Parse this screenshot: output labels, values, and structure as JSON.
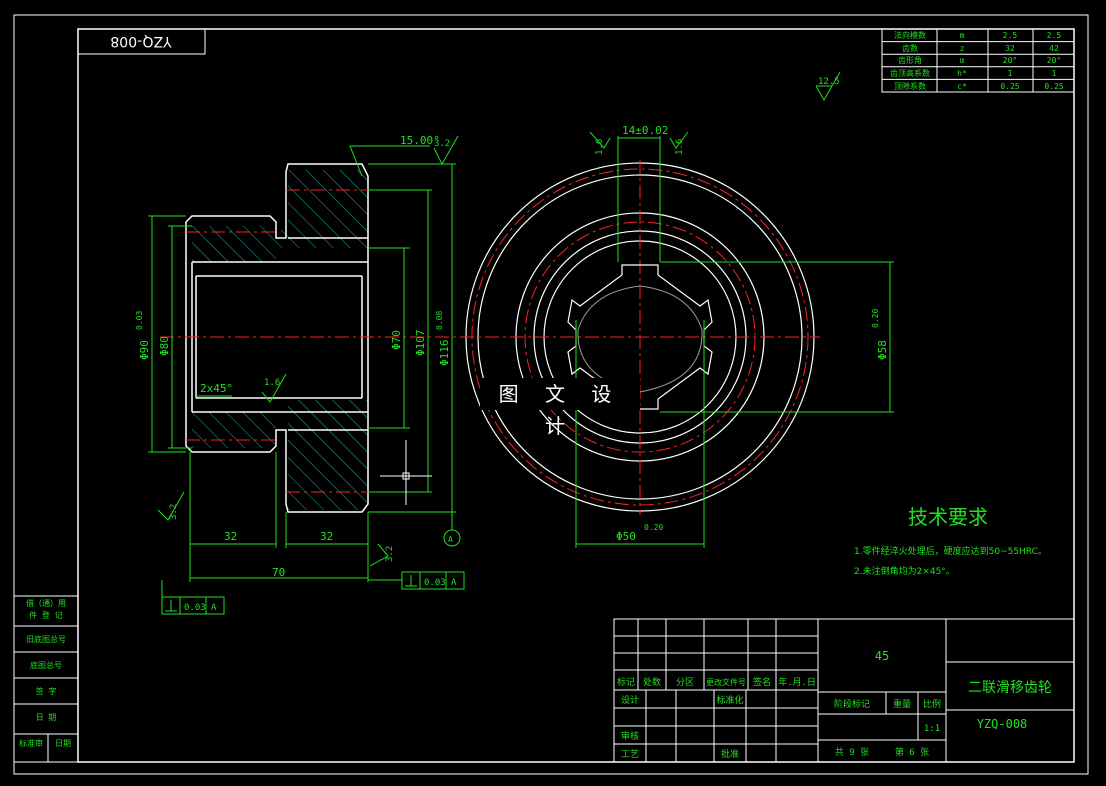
{
  "drawing_code_mirrored": "YZQ-008",
  "watermark": "图 文 设 计",
  "param_table": [
    [
      "法向模数",
      "m",
      "2.5",
      "2.5"
    ],
    [
      "齿数",
      "z",
      "32",
      "42"
    ],
    [
      "齿形角",
      "α",
      "20°",
      "20°"
    ],
    [
      "齿顶高系数",
      "h*",
      "1",
      "1"
    ],
    [
      "顶隙系数",
      "c*",
      "0.25",
      "0.25"
    ]
  ],
  "dims": {
    "taper": "15.00°",
    "rough_3_2": "3.2",
    "rough_1_6": "1.6",
    "rough_12_5": "12.5",
    "phi90": "Φ90",
    "phi90_tol": "0.03",
    "phi80": "Φ80",
    "phi70": "Φ70",
    "phi107": "Φ107",
    "phi116": "Φ116",
    "phi116_tol": "0.08",
    "chamfer": "2x45°",
    "len32a": "32",
    "len32b": "32",
    "len70": "70",
    "key_width": "14±0.02",
    "phi58": "Φ58",
    "phi58_tol": "0.20",
    "phi50": "Φ50",
    "phi50_tol": "0.20",
    "datum": "A",
    "perp_value": "0.03",
    "runout_value": "0.03"
  },
  "tech": {
    "title": "技术要求",
    "line1": "1.零件经淬火处理后，硬度应达到50~55HRC。",
    "line2": "2.未注倒角均为2×45°。"
  },
  "side_block": [
    "借（通）用",
    "件 登 记",
    "旧底图总号",
    "底图总号",
    "签  字",
    "日  期",
    "标准审",
    "日期"
  ],
  "title_block": {
    "material": "45",
    "part_name": "二联滑移齿轮",
    "drawing_no": "YZQ-008",
    "hdr": [
      "标记",
      "处数",
      "分区",
      "更改文件号",
      "签名",
      "年.月.日"
    ],
    "design": "设计",
    "standardize": "标准化",
    "check": "审核",
    "process": "工艺",
    "approve": "批准",
    "stage_mark": "阶段标记",
    "weight": "重量",
    "scale": "比例",
    "scale_val": "1:1",
    "sheets_total": "共  9  张",
    "sheet_no": "第  6  张"
  }
}
